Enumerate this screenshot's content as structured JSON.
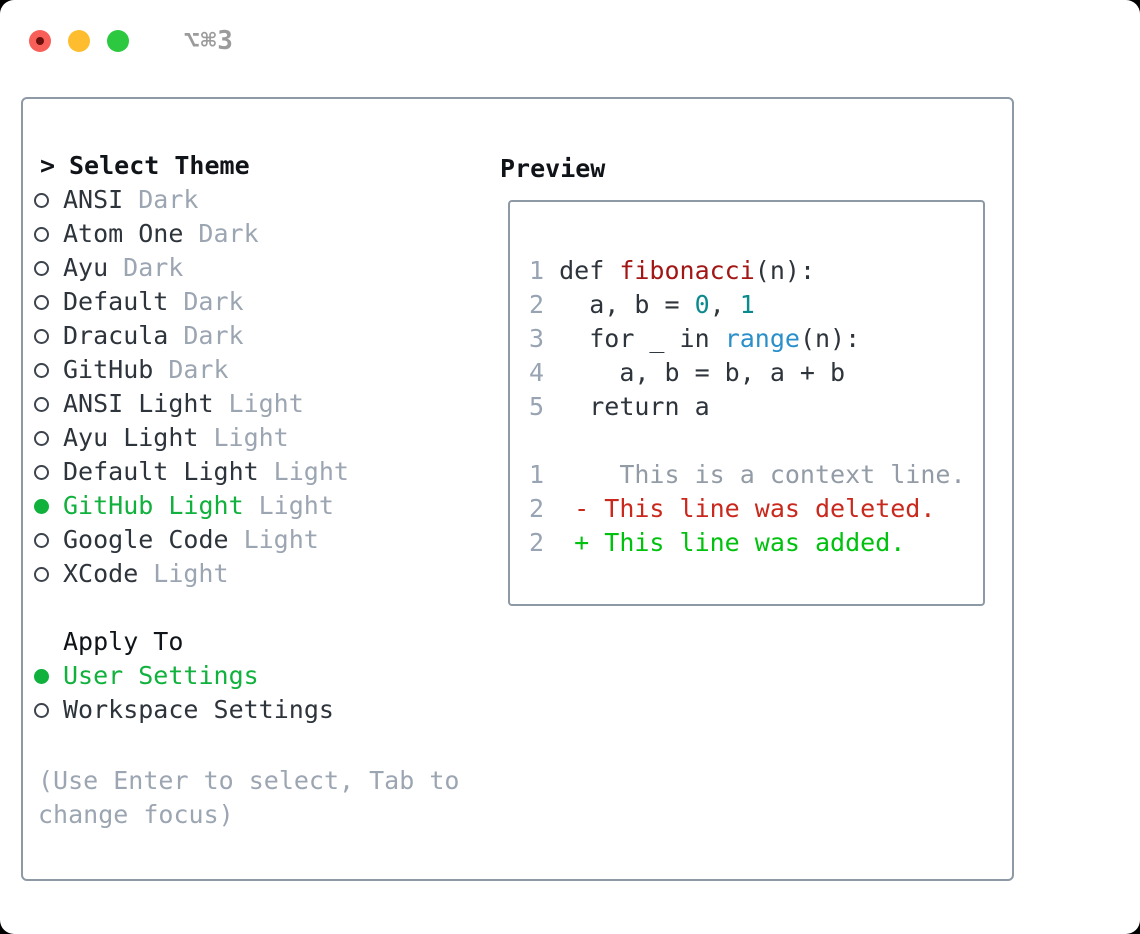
{
  "titlebar": {
    "title": "⌥⌘3"
  },
  "colors": {
    "page_bg": "#000000",
    "window_bg": "#ffffff",
    "border": "#8e99a6",
    "heading": "#101419",
    "text": "#2e343b",
    "muted": "#9ca6b2",
    "line_number": "#98a4b3",
    "context": "#939ca6",
    "selected_green": "#10b13c",
    "added_green": "#00c20e",
    "deleted_red": "#c9281c",
    "func_red": "#a31616",
    "number_teal": "#0b8a8d",
    "builtin_blue": "#2b8fc9",
    "traffic_red": "#f75f58",
    "traffic_red_dot": "#6b100c",
    "traffic_yellow": "#fdbd2e",
    "traffic_green": "#2bc840",
    "title_gray": "#9b9b9b"
  },
  "theme_picker": {
    "prompt": ">",
    "title": "Select Theme",
    "items": [
      {
        "name": "ANSI",
        "variant": "Dark",
        "selected": false
      },
      {
        "name": "Atom One",
        "variant": "Dark",
        "selected": false
      },
      {
        "name": "Ayu",
        "variant": "Dark",
        "selected": false
      },
      {
        "name": "Default",
        "variant": "Dark",
        "selected": false
      },
      {
        "name": "Dracula",
        "variant": "Dark",
        "selected": false
      },
      {
        "name": "GitHub",
        "variant": "Dark",
        "selected": false
      },
      {
        "name": "ANSI Light",
        "variant": "Light",
        "selected": false
      },
      {
        "name": "Ayu Light",
        "variant": "Light",
        "selected": false
      },
      {
        "name": "Default Light",
        "variant": "Light",
        "selected": false
      },
      {
        "name": "GitHub Light",
        "variant": "Light",
        "selected": true
      },
      {
        "name": "Google Code",
        "variant": "Light",
        "selected": false
      },
      {
        "name": "XCode",
        "variant": "Light",
        "selected": false
      }
    ]
  },
  "apply_to": {
    "title": "Apply To",
    "options": [
      {
        "label": "User Settings",
        "selected": true
      },
      {
        "label": "Workspace Settings",
        "selected": false
      }
    ]
  },
  "hint": {
    "lines": [
      "(Use Enter to select, Tab to",
      "change focus)"
    ]
  },
  "preview": {
    "title": "Preview",
    "lines": [
      {
        "segments": [
          {
            "t": "1",
            "c": "ln"
          },
          {
            "t": " def ",
            "c": "fg"
          },
          {
            "t": "fibonacci",
            "c": "fn"
          },
          {
            "t": "(n):",
            "c": "fg"
          }
        ]
      },
      {
        "segments": [
          {
            "t": "2",
            "c": "ln"
          },
          {
            "t": "   a, b = ",
            "c": "fg"
          },
          {
            "t": "0",
            "c": "num"
          },
          {
            "t": ", ",
            "c": "fg"
          },
          {
            "t": "1",
            "c": "num"
          }
        ]
      },
      {
        "segments": [
          {
            "t": "3",
            "c": "ln"
          },
          {
            "t": "   for _ in ",
            "c": "fg"
          },
          {
            "t": "range",
            "c": "blt"
          },
          {
            "t": "(n):",
            "c": "fg"
          }
        ]
      },
      {
        "segments": [
          {
            "t": "4",
            "c": "ln"
          },
          {
            "t": "     a, b = b, a + b",
            "c": "fg"
          }
        ]
      },
      {
        "segments": [
          {
            "t": "5",
            "c": "ln"
          },
          {
            "t": "   return a",
            "c": "fg"
          }
        ]
      },
      {
        "segments": []
      },
      {
        "segments": [
          {
            "t": "1",
            "c": "ln"
          },
          {
            "t": "     This is a context line.",
            "c": "ctx"
          }
        ]
      },
      {
        "segments": [
          {
            "t": "2",
            "c": "ln"
          },
          {
            "t": "  - This line was deleted.",
            "c": "del"
          }
        ]
      },
      {
        "segments": [
          {
            "t": "2",
            "c": "ln"
          },
          {
            "t": "  + This line was added.",
            "c": "add"
          }
        ]
      }
    ]
  }
}
